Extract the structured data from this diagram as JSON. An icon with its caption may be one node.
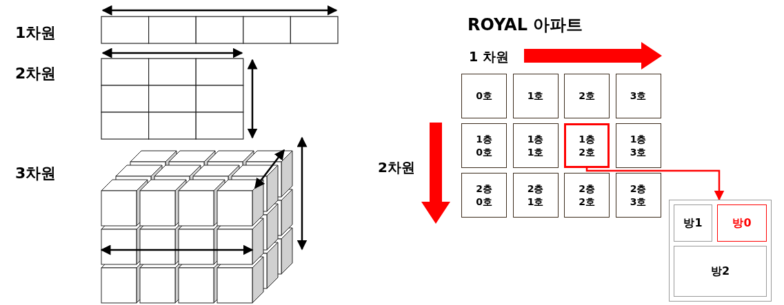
{
  "diagram": {
    "nodes": [
      {
        "text": [
          "0호"
        ]
      },
      {
        "text": [
          "1호"
        ]
      },
      {
        "text": [
          "2호"
        ]
      },
      {
        "text": [
          "3호"
        ]
      },
      {
        "text": [
          "1층 0호"
        ]
      },
      {
        "text": [
          "1층 1호"
        ]
      },
      {
        "text": [
          "1층 2호"
        ]
      },
      {
        "text": [
          "1층 3호"
        ]
      },
      {
        "text": [
          "2층 0호"
        ]
      },
      {
        "text": [
          "2층 1호"
        ]
      },
      {
        "text": [
          "2층 2호"
        ]
      },
      {
        "text": [
          "2층 3호"
        ]
      },
      {
        "text": [],
        "shape": "box"
      },
      {
        "text": [
          "방1"
        ],
        "in": 12
      },
      {
        "text": [
          "방0"
        ],
        "in": 12
      },
      {
        "text": [
          "방2"
        ],
        "in": 12
      }
    ],
    "edges": [
      {
        "from": 6,
        "to": 12,
        "arrow": "to",
        "color": "#ff0000"
      }
    ],
    "labels": [
      "1차원",
      "ROYAL 아파트",
      "1 차원",
      "2차원",
      "2차원",
      "3차원"
    ]
  }
}
